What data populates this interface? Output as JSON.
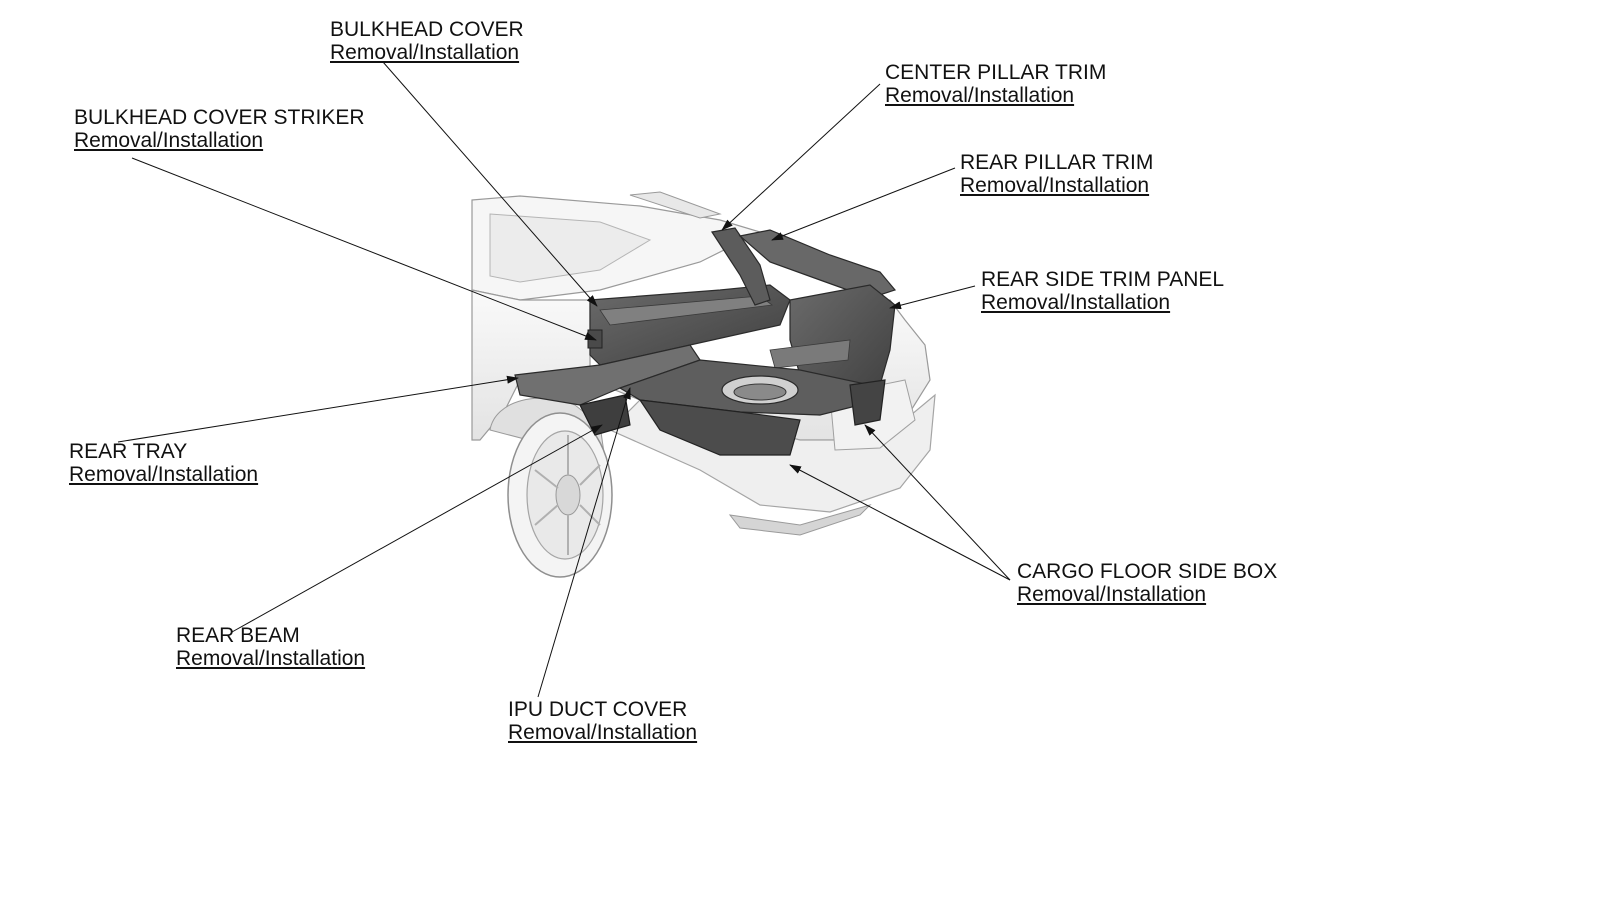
{
  "callouts": {
    "bulkhead_cover": {
      "name": "BULKHEAD COVER",
      "link": "Removal/Installation"
    },
    "bulkhead_cover_striker": {
      "name": "BULKHEAD COVER STRIKER",
      "link": "Removal/Installation"
    },
    "center_pillar_trim": {
      "name": "CENTER PILLAR TRIM",
      "link": "Removal/Installation"
    },
    "rear_pillar_trim": {
      "name": "REAR PILLAR TRIM",
      "link": "Removal/Installation"
    },
    "rear_side_trim_panel": {
      "name": "REAR SIDE TRIM PANEL",
      "link": "Removal/Installation"
    },
    "rear_tray": {
      "name": "REAR TRAY",
      "link": "Removal/Installation"
    },
    "cargo_floor_side_box": {
      "name": "CARGO FLOOR SIDE BOX",
      "link": "Removal/Installation"
    },
    "rear_beam": {
      "name": "REAR BEAM",
      "link": "Removal/Installation"
    },
    "ipu_duct_cover": {
      "name": "IPU DUCT COVER",
      "link": "Removal/Installation"
    }
  },
  "colors": {
    "line": "#1a1a1a",
    "body_light": "#f2f2f2",
    "body_mid": "#d6d6d6",
    "trim_dark": "#5a5a5a",
    "trim_darker": "#3c3c3c"
  }
}
